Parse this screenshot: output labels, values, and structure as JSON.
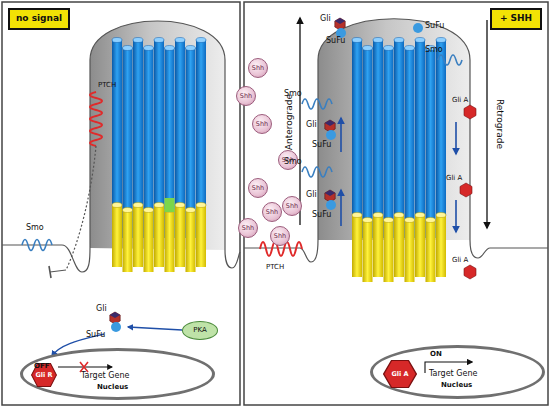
{
  "diagram": {
    "nodes": [
      {
        "text": [
          "no signal"
        ]
      },
      {
        "text": [
          "PKA"
        ]
      },
      {
        "text": [
          "Target Gene",
          "Nucleus"
        ]
      },
      {
        "text": [
          "Gli R"
        ],
        "in": 2
      },
      {
        "text": [
          "+ SHH"
        ]
      },
      {
        "text": [
          "Shh"
        ]
      },
      {
        "text": [
          "Shh"
        ]
      },
      {
        "text": [
          "Shh"
        ]
      },
      {
        "text": [
          "Shh"
        ]
      },
      {
        "text": [
          "Shh"
        ]
      },
      {
        "text": [
          "Shh"
        ]
      },
      {
        "text": [
          "Shh"
        ]
      },
      {
        "text": [
          "Shh"
        ]
      },
      {
        "text": [
          "Shh"
        ]
      },
      {
        "text": [
          "Target Gene",
          "Nucleus"
        ]
      },
      {
        "text": [
          "Gli A"
        ],
        "in": 14
      }
    ],
    "labels": [
      "PTCH",
      "Smo",
      "Gli",
      "SuFu",
      "OFF",
      "Gli",
      "SuFu",
      "SuFu",
      "Smo",
      "Smo",
      "Gli",
      "SuFu",
      "Smo",
      "Gli",
      "SuFu",
      "Anterograde",
      "Retrograde",
      "Gli A",
      "Gli A",
      "Gli A",
      "PTCH",
      "ON"
    ]
  }
}
